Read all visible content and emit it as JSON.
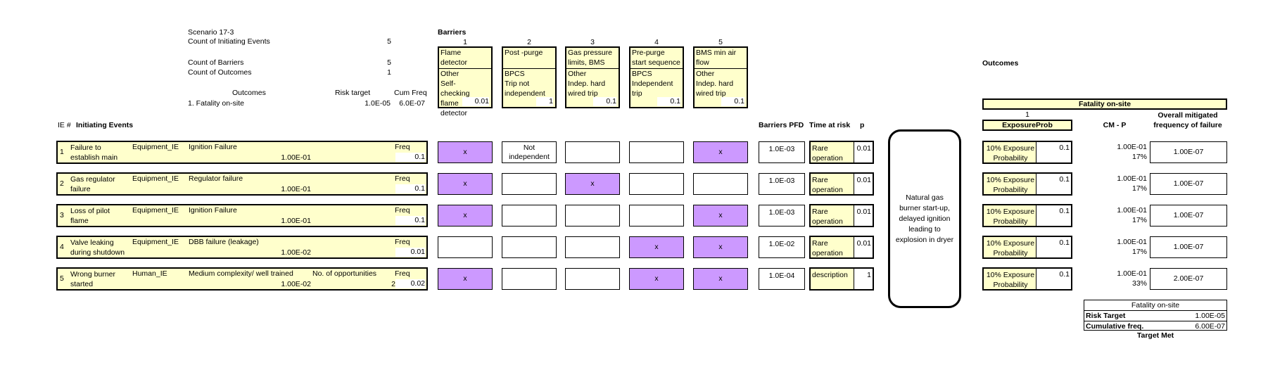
{
  "scenario": {
    "name": "Scenario 17-3",
    "count_ie_label": "Count of Initiating Events",
    "count_ie": "5",
    "count_barriers_label": "Count of Barriers",
    "count_barriers": "5",
    "count_outcomes_label": "Count of Outcomes",
    "count_outcomes": "1",
    "outcomes_header": "Outcomes",
    "risk_target_header": "Risk target",
    "cum_freq_header": "Cum Freq",
    "outcome_1": "1. Fatality on-site",
    "outcome_1_target": "1.0E-05",
    "outcome_1_cum": "6.0E-07"
  },
  "barriers_title": "Barriers",
  "barriers": [
    {
      "num": "1",
      "title": "Flame detector",
      "type": "Other",
      "desc": "Self-checking flame detector",
      "pfd": "0.01"
    },
    {
      "num": "2",
      "title": "Post -purge",
      "type": "BPCS",
      "desc": "Trip not independent",
      "pfd": "1"
    },
    {
      "num": "3",
      "title": "Gas pressure limits, BMS",
      "type": "Other",
      "desc": "Indep. hard wired trip",
      "pfd": "0.1"
    },
    {
      "num": "4",
      "title": "Pre-purge start sequence",
      "type": "BPCS",
      "desc": "Independent trip",
      "pfd": "0.1"
    },
    {
      "num": "5",
      "title": "BMS min air flow",
      "type": "Other",
      "desc": "Indep. hard wired trip",
      "pfd": "0.1"
    }
  ],
  "headers": {
    "ie_num": "IE #",
    "ie": "Initiating Events",
    "barriers_pfd": "Barriers PFD",
    "time_at_risk": "Time at risk",
    "p": "p",
    "outcomes": "Outcomes",
    "cm_p": "CM - P",
    "omf": "Overall mitigated frequency of failure"
  },
  "outcome_box_text": "Natural gas burner start-up, delayed ignition leading to explosion in dryer",
  "outcome_col": {
    "title": "Fatality on-site",
    "num": "1",
    "sub": "ExposureProb"
  },
  "rows": [
    {
      "num": "1",
      "event": "Failure to establish main",
      "type": "Equipment_IE",
      "cause": "Ignition Failure",
      "extra": "",
      "extra_val": "",
      "base": "1.00E-01",
      "freq_label": "Freq",
      "freq": "0.1",
      "marks": [
        "x",
        "Not independent",
        "",
        "",
        "x"
      ],
      "purple": [
        true,
        false,
        false,
        false,
        true
      ],
      "pfd": "1.0E-03",
      "tar": "Rare operation",
      "p": "0.01",
      "exp": "10% Exposure Probability",
      "exp_p": "0.1",
      "cm": "1.00E-01",
      "cm_pct": "17%",
      "omf": "1.00E-07"
    },
    {
      "num": "2",
      "event": "Gas regulator failure",
      "type": "Equipment_IE",
      "cause": "Regulator failure",
      "extra": "",
      "extra_val": "",
      "base": "1.00E-01",
      "freq_label": "Freq",
      "freq": "0.1",
      "marks": [
        "x",
        "",
        "x",
        "",
        ""
      ],
      "purple": [
        true,
        false,
        true,
        false,
        false
      ],
      "pfd": "1.0E-03",
      "tar": "Rare operation",
      "p": "0.01",
      "exp": "10% Exposure Probability",
      "exp_p": "0.1",
      "cm": "1.00E-01",
      "cm_pct": "17%",
      "omf": "1.00E-07"
    },
    {
      "num": "3",
      "event": "Loss of pilot flame",
      "type": "Equipment_IE",
      "cause": "Ignition Failure",
      "extra": "",
      "extra_val": "",
      "base": "1.00E-01",
      "freq_label": "Freq",
      "freq": "0.1",
      "marks": [
        "x",
        "",
        "",
        "",
        "x"
      ],
      "purple": [
        true,
        false,
        false,
        false,
        true
      ],
      "pfd": "1.0E-03",
      "tar": "Rare operation",
      "p": "0.01",
      "exp": "10% Exposure Probability",
      "exp_p": "0.1",
      "cm": "1.00E-01",
      "cm_pct": "17%",
      "omf": "1.00E-07"
    },
    {
      "num": "4",
      "event": "Valve leaking during shutdown",
      "type": "Equipment_IE",
      "cause": "DBB failure (leakage)",
      "extra": "",
      "extra_val": "",
      "base": "1.00E-02",
      "freq_label": "Freq",
      "freq": "0.01",
      "marks": [
        "",
        "",
        "",
        "x",
        "x"
      ],
      "purple": [
        false,
        false,
        false,
        true,
        true
      ],
      "pfd": "1.0E-02",
      "tar": "Rare operation",
      "p": "0.01",
      "exp": "10% Exposure Probability",
      "exp_p": "0.1",
      "cm": "1.00E-01",
      "cm_pct": "17%",
      "omf": "1.00E-07"
    },
    {
      "num": "5",
      "event": "Wrong burner started",
      "type": "Human_IE",
      "cause": "Medium complexity/ well trained",
      "extra": "No. of opportunities",
      "extra_val": "2",
      "base": "1.00E-02",
      "freq_label": "Freq",
      "freq": "0.02",
      "marks": [
        "x",
        "",
        "",
        "x",
        "x"
      ],
      "purple": [
        true,
        false,
        false,
        true,
        true
      ],
      "pfd": "1.0E-04",
      "tar": "description",
      "p": "1",
      "exp": "10% Exposure Probability",
      "exp_p": "0.1",
      "cm": "1.00E-01",
      "cm_pct": "33%",
      "omf": "2.00E-07"
    }
  ],
  "summary": {
    "title": "Fatality on-site",
    "risk_target_label": "Risk Target",
    "risk_target": "1.00E-05",
    "cum_label": "Cumulative freq.",
    "cum": "6.00E-07",
    "status": "Target Met"
  },
  "colors": {
    "input_yellow": "#ffffcc",
    "barrier_purple": "#cc99ff"
  }
}
